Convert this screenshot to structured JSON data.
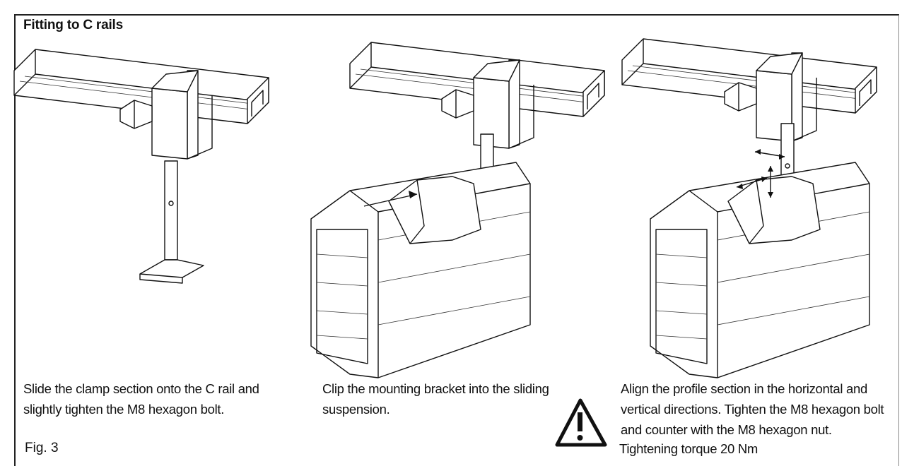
{
  "title": "Fitting to C rails",
  "figure_label": "Fig. 3",
  "steps": [
    {
      "caption": "Slide the clamp section onto the C rail and slightly tighten the M8 hexagon bolt."
    },
    {
      "caption": "Clip the mounting bracket into the sliding suspension."
    },
    {
      "caption": "Align the profile section in the horizontal and vertical directions. Tighten the M8 hexagon bolt and counter with the M8 hexagon nut."
    }
  ],
  "warning": {
    "icon": "warning-triangle-icon",
    "text": "Tightening torque 20 Nm"
  }
}
